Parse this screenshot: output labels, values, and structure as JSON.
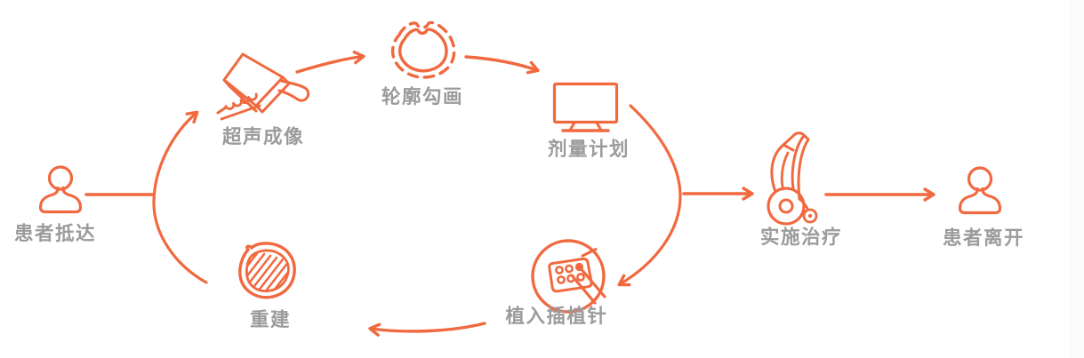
{
  "diagram": {
    "type": "workflow-cycle",
    "colors": {
      "accent": "#F0693F",
      "label": "#9B9B9B",
      "background": "#FFFFFF",
      "page_edge": "#FBFBFB"
    },
    "nodes": {
      "patient_arrive": {
        "label": "患者抵达",
        "icon": "person-icon"
      },
      "ultrasound": {
        "label": "超声成像",
        "icon": "ultrasound-probe-icon"
      },
      "contour": {
        "label": "轮廓勾画",
        "icon": "contour-outline-icon"
      },
      "dose_plan": {
        "label": "剂量计划",
        "icon": "monitor-icon"
      },
      "implant": {
        "label": "植入插植针",
        "icon": "needle-template-icon"
      },
      "reconstruction": {
        "label": "重建",
        "icon": "hatched-volume-icon"
      },
      "treatment": {
        "label": "实施治疗",
        "icon": "afterloader-cart-icon"
      },
      "patient_leave": {
        "label": "患者离开",
        "icon": "person-icon"
      }
    },
    "edges": [
      {
        "from": "患者抵达",
        "to": "超声成像"
      },
      {
        "from": "超声成像",
        "to": "轮廓勾画"
      },
      {
        "from": "轮廓勾画",
        "to": "剂量计划"
      },
      {
        "from": "剂量计划",
        "to": "植入插植针"
      },
      {
        "from": "植入插植针",
        "to": "重建"
      },
      {
        "from": "重建",
        "to": "超声成像"
      },
      {
        "from": "剂量计划",
        "to": "实施治疗"
      },
      {
        "from": "实施治疗",
        "to": "患者离开"
      }
    ]
  }
}
